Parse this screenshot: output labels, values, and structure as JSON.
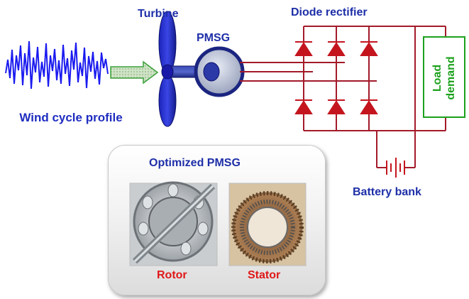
{
  "labels": {
    "wind_profile": "Wind cycle profile",
    "turbine": "Turbine",
    "pmsg": "PMSG",
    "rectifier": "Diode rectifier",
    "load": "Load demand",
    "battery": "Battery bank"
  },
  "panel": {
    "title": "Optimized PMSG",
    "rotor": "Rotor",
    "stator": "Stator"
  },
  "colors": {
    "wind_signal": "#1b1bf0",
    "turbine": "#1a1aa8",
    "circuit": "#a31a2a",
    "load_box": "#1ca11c",
    "arrow": "#3aa03a"
  }
}
